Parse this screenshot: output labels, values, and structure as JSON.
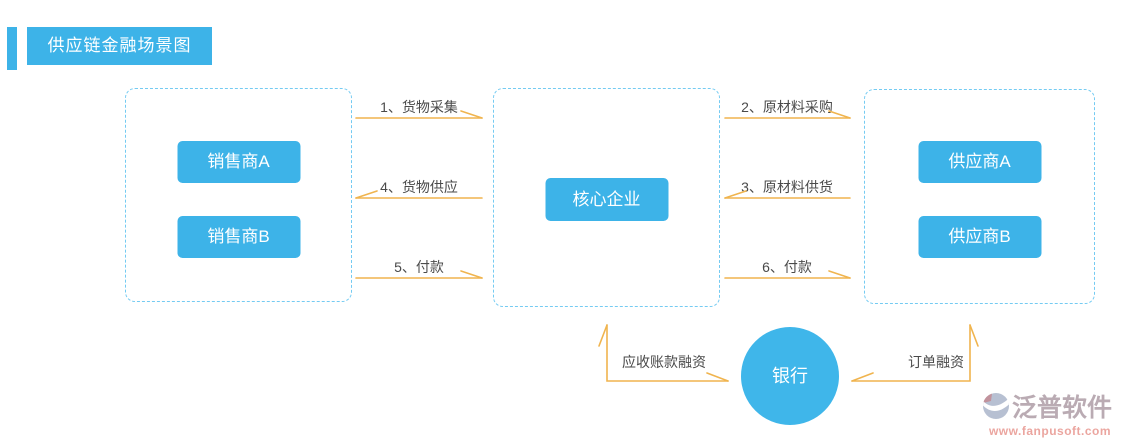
{
  "title": {
    "text": "供应链金融场景图"
  },
  "colors": {
    "primary_blue": "#3db3e8",
    "box_border_blue": "#74cbf2",
    "arrow_gold": "#f0b44e",
    "label_gray": "#4a4a4a"
  },
  "groups": {
    "sellers": {
      "nodes": [
        {
          "label": "销售商A"
        },
        {
          "label": "销售商B"
        }
      ]
    },
    "core": {
      "nodes": [
        {
          "label": "核心企业"
        }
      ]
    },
    "suppliers": {
      "nodes": [
        {
          "label": "供应商A"
        },
        {
          "label": "供应商B"
        }
      ]
    }
  },
  "flows": {
    "seller_core": [
      {
        "label": "1、货物采集",
        "direction": "right"
      },
      {
        "label": "4、货物供应",
        "direction": "left"
      },
      {
        "label": "5、付款",
        "direction": "right"
      }
    ],
    "core_supplier": [
      {
        "label": "2、原材料采购",
        "direction": "right"
      },
      {
        "label": "3、原材料供货",
        "direction": "left"
      },
      {
        "label": "6、付款",
        "direction": "right"
      }
    ]
  },
  "bank": {
    "label": "银行",
    "left_financing": "应收账款融资",
    "right_financing": "订单融资"
  },
  "watermark": {
    "brand": "泛普软件",
    "url": "www.fanpusoft.com",
    "icon": "fanpu-logo-icon"
  }
}
